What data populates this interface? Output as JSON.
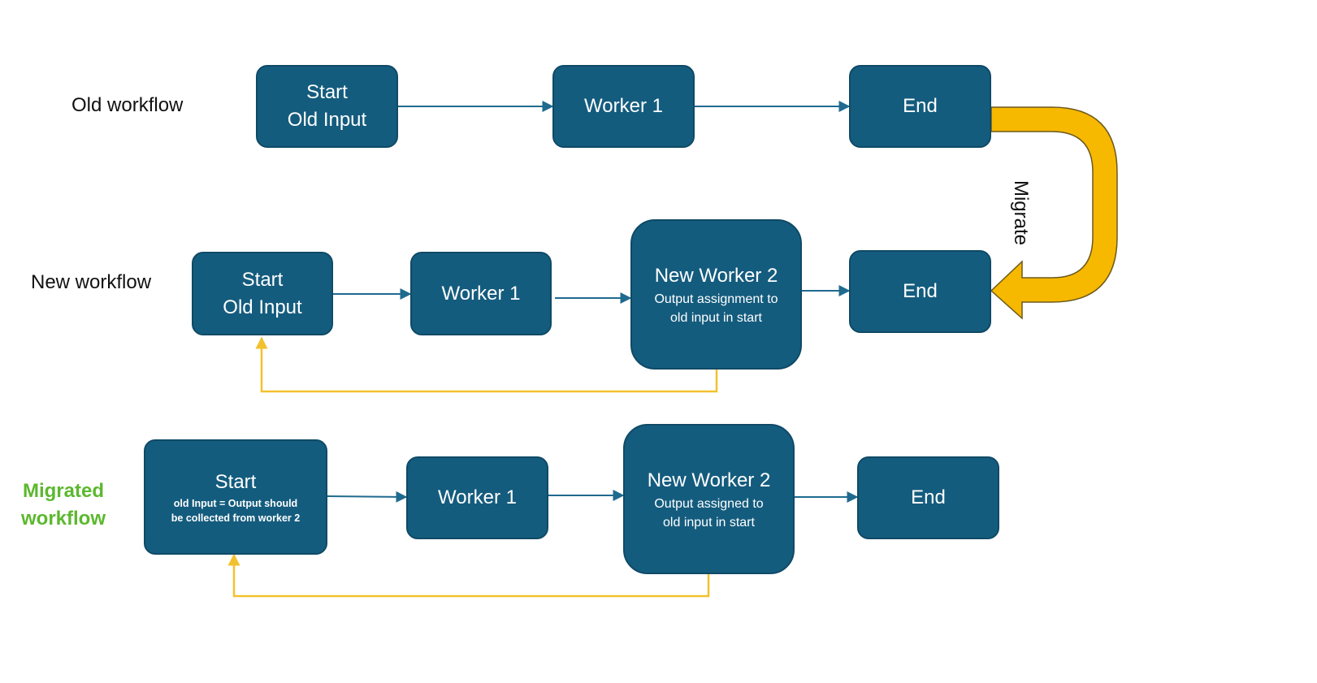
{
  "rows": {
    "old": {
      "label": "Old workflow",
      "start": {
        "title": "Start",
        "subtitle": "Old Input"
      },
      "worker1": {
        "title": "Worker 1"
      },
      "end": {
        "title": "End"
      }
    },
    "new": {
      "label": "New workflow",
      "start": {
        "title": "Start",
        "subtitle": "Old Input"
      },
      "worker1": {
        "title": "Worker 1"
      },
      "worker2": {
        "title": "New Worker 2",
        "line1": "Output assignment to",
        "line2": "old input in start"
      },
      "end": {
        "title": "End"
      }
    },
    "migrated": {
      "label_line1": "Migrated",
      "label_line2": "workflow",
      "start": {
        "title": "Start",
        "line1": "old Input = Output should",
        "line2": "be collected from worker 2"
      },
      "worker1": {
        "title": "Worker 1"
      },
      "worker2": {
        "title": "New Worker 2",
        "line1": "Output assigned to",
        "line2": "old input in start"
      },
      "end": {
        "title": "End"
      }
    }
  },
  "migrate_label": "Migrate",
  "colors": {
    "box_fill": "#145c7e",
    "connector": "#1f6a8f",
    "loop_line": "#f2c12e",
    "migrate_arrow": "#f7b800",
    "highlight_label": "#5cb82e"
  }
}
